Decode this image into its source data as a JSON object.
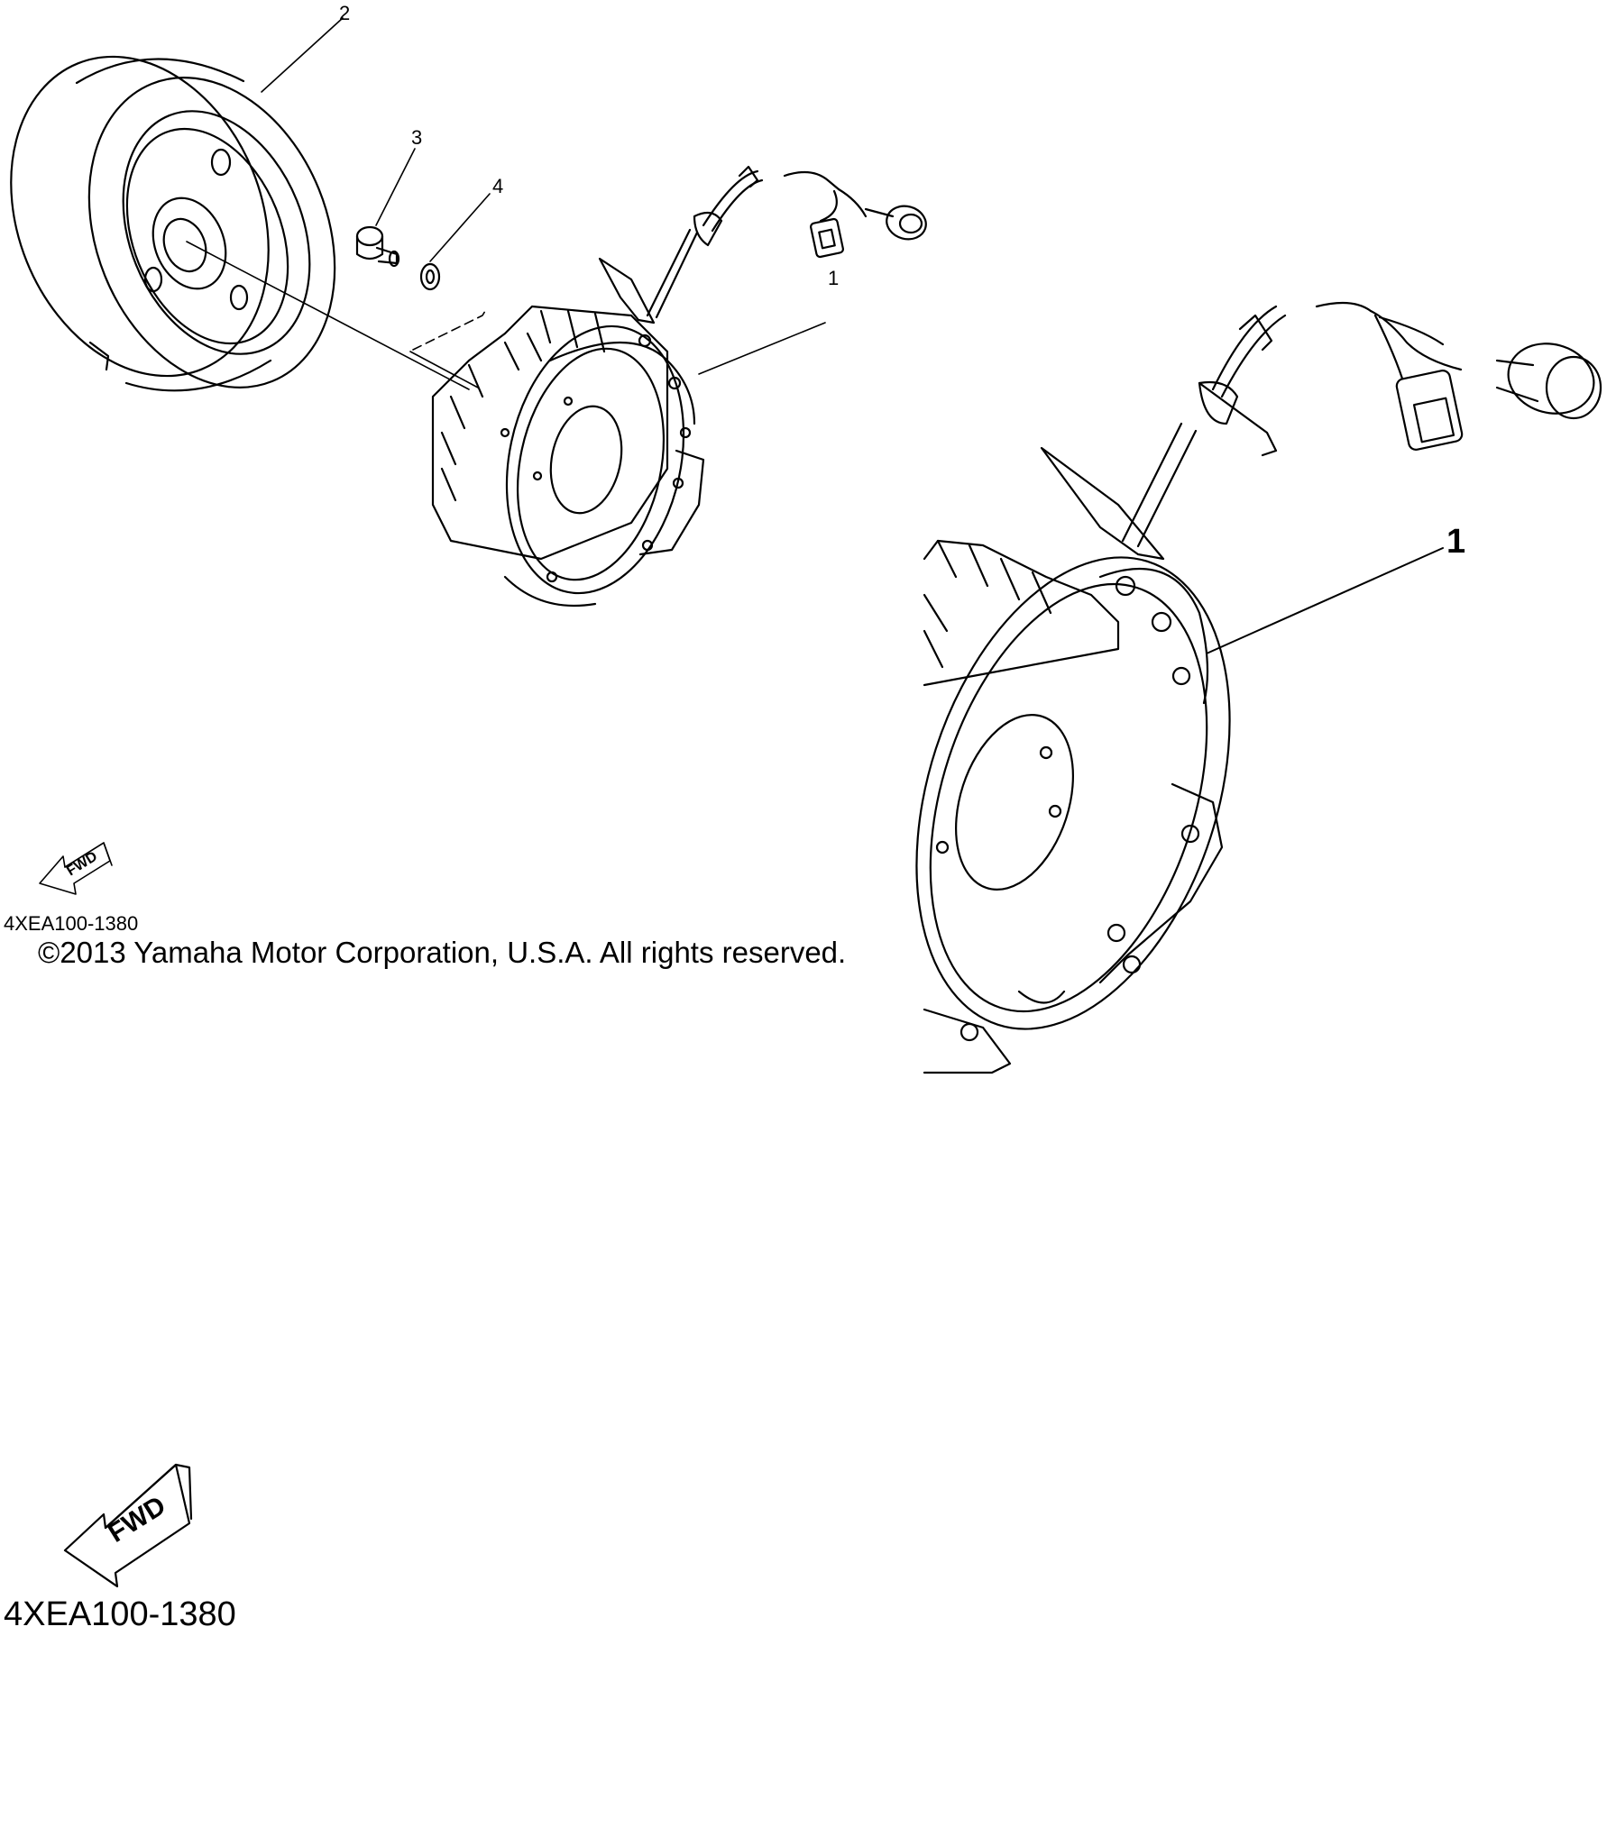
{
  "callouts": {
    "one": "1",
    "two": "2",
    "three": "3",
    "four": "4",
    "one_detail": "1"
  },
  "fwd_label": "FWD",
  "part_number": "4XEA100-1380",
  "copyright": "©2013 Yamaha Motor Corporation, U.S.A. All rights reserved.",
  "colors": {
    "line": "#000000",
    "background": "#ffffff"
  }
}
